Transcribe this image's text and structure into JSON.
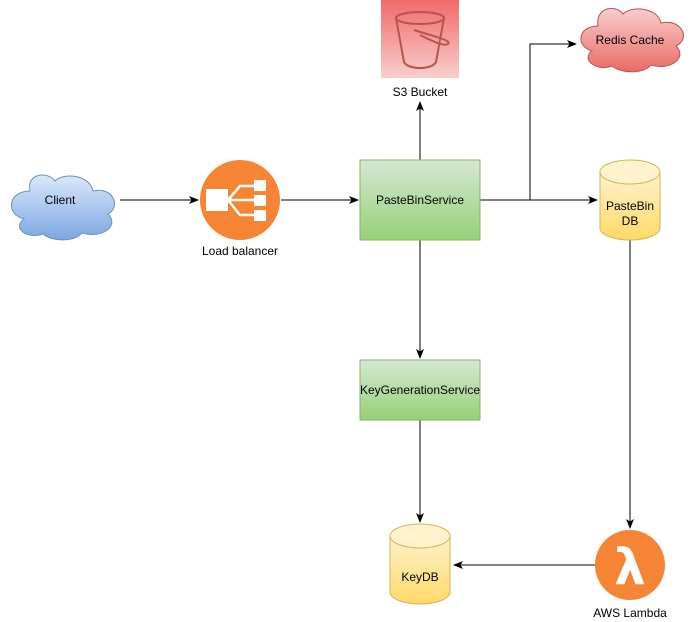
{
  "nodes": {
    "client": {
      "label": "Client",
      "icon": "cloud-icon",
      "color": "#7EA6E0"
    },
    "load_balancer": {
      "label": "Load balancer",
      "icon": "load-balancer-icon",
      "color": "#F58534"
    },
    "pastebin_service": {
      "label": "PasteBinService",
      "color": "#97D077"
    },
    "s3_bucket": {
      "label": "S3 Bucket",
      "icon": "bucket-icon",
      "color": "#F8CECC"
    },
    "redis_cache": {
      "label": "Redis Cache",
      "icon": "cloud-icon",
      "color": "#EA6B66"
    },
    "pastebin_db": {
      "label_line1": "PasteBin",
      "label_line2": "DB",
      "icon": "database-icon",
      "color": "#FFD966"
    },
    "key_generation_service": {
      "label": "KeyGenerationService",
      "color": "#97D077"
    },
    "key_db": {
      "label": "KeyDB",
      "icon": "database-icon",
      "color": "#FFD966"
    },
    "aws_lambda": {
      "label": "AWS Lambda",
      "icon": "lambda-icon",
      "color": "#F58534"
    }
  },
  "edges": [
    {
      "from": "client",
      "to": "load_balancer"
    },
    {
      "from": "load_balancer",
      "to": "pastebin_service"
    },
    {
      "from": "pastebin_service",
      "to": "s3_bucket"
    },
    {
      "from": "pastebin_service",
      "to": "redis_cache"
    },
    {
      "from": "pastebin_service",
      "to": "pastebin_db"
    },
    {
      "from": "pastebin_service",
      "to": "key_generation_service"
    },
    {
      "from": "key_generation_service",
      "to": "key_db"
    },
    {
      "from": "pastebin_db",
      "to": "aws_lambda"
    },
    {
      "from": "aws_lambda",
      "to": "key_db"
    }
  ]
}
